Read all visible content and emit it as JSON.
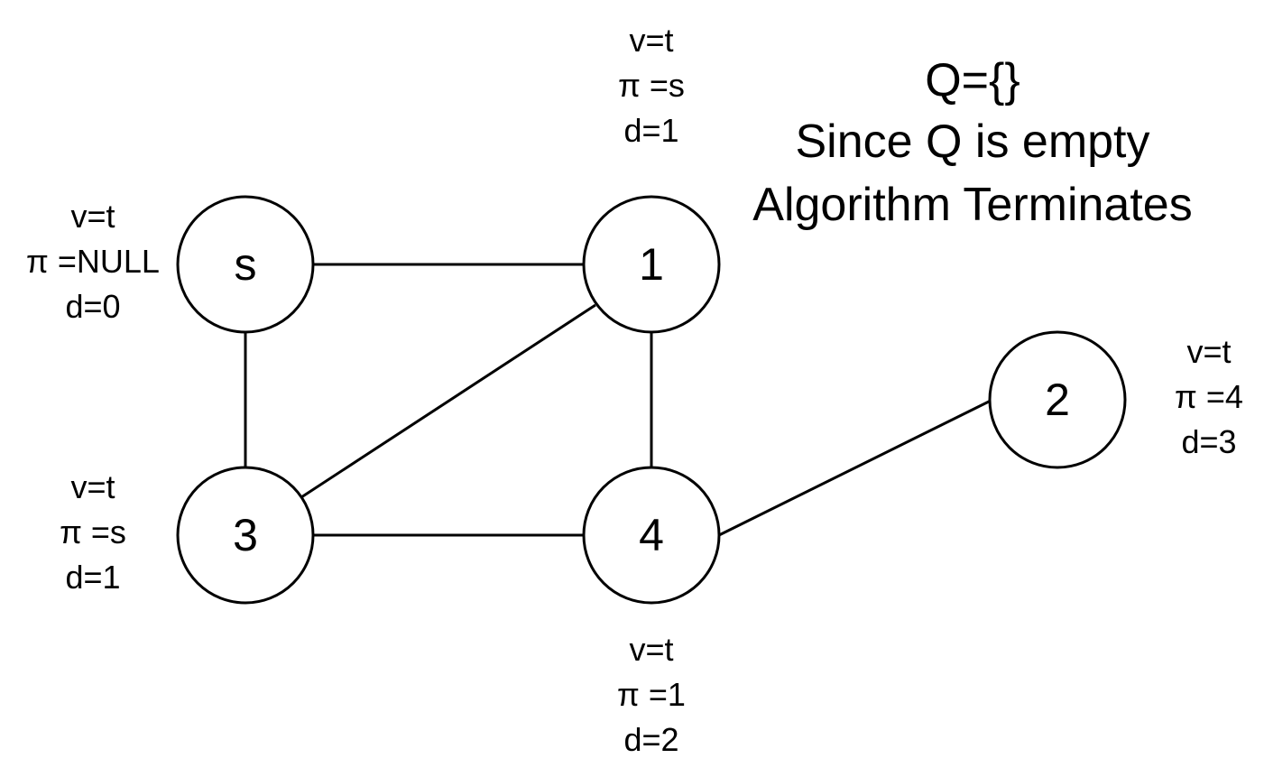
{
  "status": {
    "queue": "Q={}",
    "line2": "Since Q is empty",
    "line3": "Algorithm Terminates"
  },
  "nodes": [
    {
      "id": "s",
      "label": "s",
      "visited": "v=t",
      "parent": "π =NULL",
      "distance": "d=0"
    },
    {
      "id": "1",
      "label": "1",
      "visited": "v=t",
      "parent": "π =s",
      "distance": "d=1"
    },
    {
      "id": "2",
      "label": "2",
      "visited": "v=t",
      "parent": "π =4",
      "distance": "d=3"
    },
    {
      "id": "3",
      "label": "3",
      "visited": "v=t",
      "parent": "π =s",
      "distance": "d=1"
    },
    {
      "id": "4",
      "label": "4",
      "visited": "v=t",
      "parent": "π =1",
      "distance": "d=2"
    }
  ],
  "edges": [
    {
      "from": "s",
      "to": "1"
    },
    {
      "from": "s",
      "to": "3"
    },
    {
      "from": "1",
      "to": "3"
    },
    {
      "from": "1",
      "to": "4"
    },
    {
      "from": "3",
      "to": "4"
    },
    {
      "from": "4",
      "to": "2"
    }
  ]
}
